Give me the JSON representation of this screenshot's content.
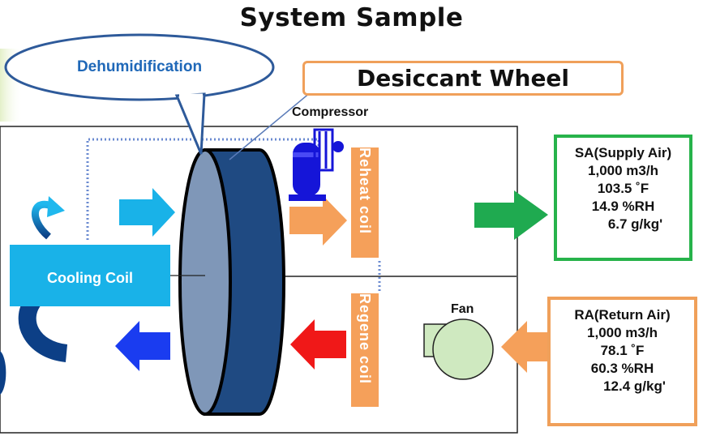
{
  "title": "System Sample",
  "labels": {
    "dehumidification": "Dehumidification",
    "desiccant_wheel": "Desiccant Wheel",
    "compressor": "Compressor",
    "reheat_coil": "Reheat coil",
    "regene_coil": "Regene coil",
    "cooling_coil": "Cooling Coil",
    "fan": "Fan"
  },
  "supply_air": {
    "heading": "SA(Supply Air)",
    "flow": "1,000 m3/h",
    "temperature": "103.5 ˚F",
    "humidity": "14.9 %RH",
    "absolute": "6.7 g/kg'"
  },
  "return_air": {
    "heading": "RA(Return Air)",
    "flow": "1,000 m3/h",
    "temperature": "78.1 ˚F",
    "humidity": "60.3 %RH",
    "absolute": "12.4 g/kg'"
  },
  "colors": {
    "wheel_face": "#7f97b8",
    "wheel_body": "#1f4a82",
    "light_blue": "#19b2e8",
    "orange": "#f5a05a",
    "green": "#1faa50",
    "red": "#f01818",
    "blue": "#1a3cf0",
    "compressor": "#1515d8"
  }
}
